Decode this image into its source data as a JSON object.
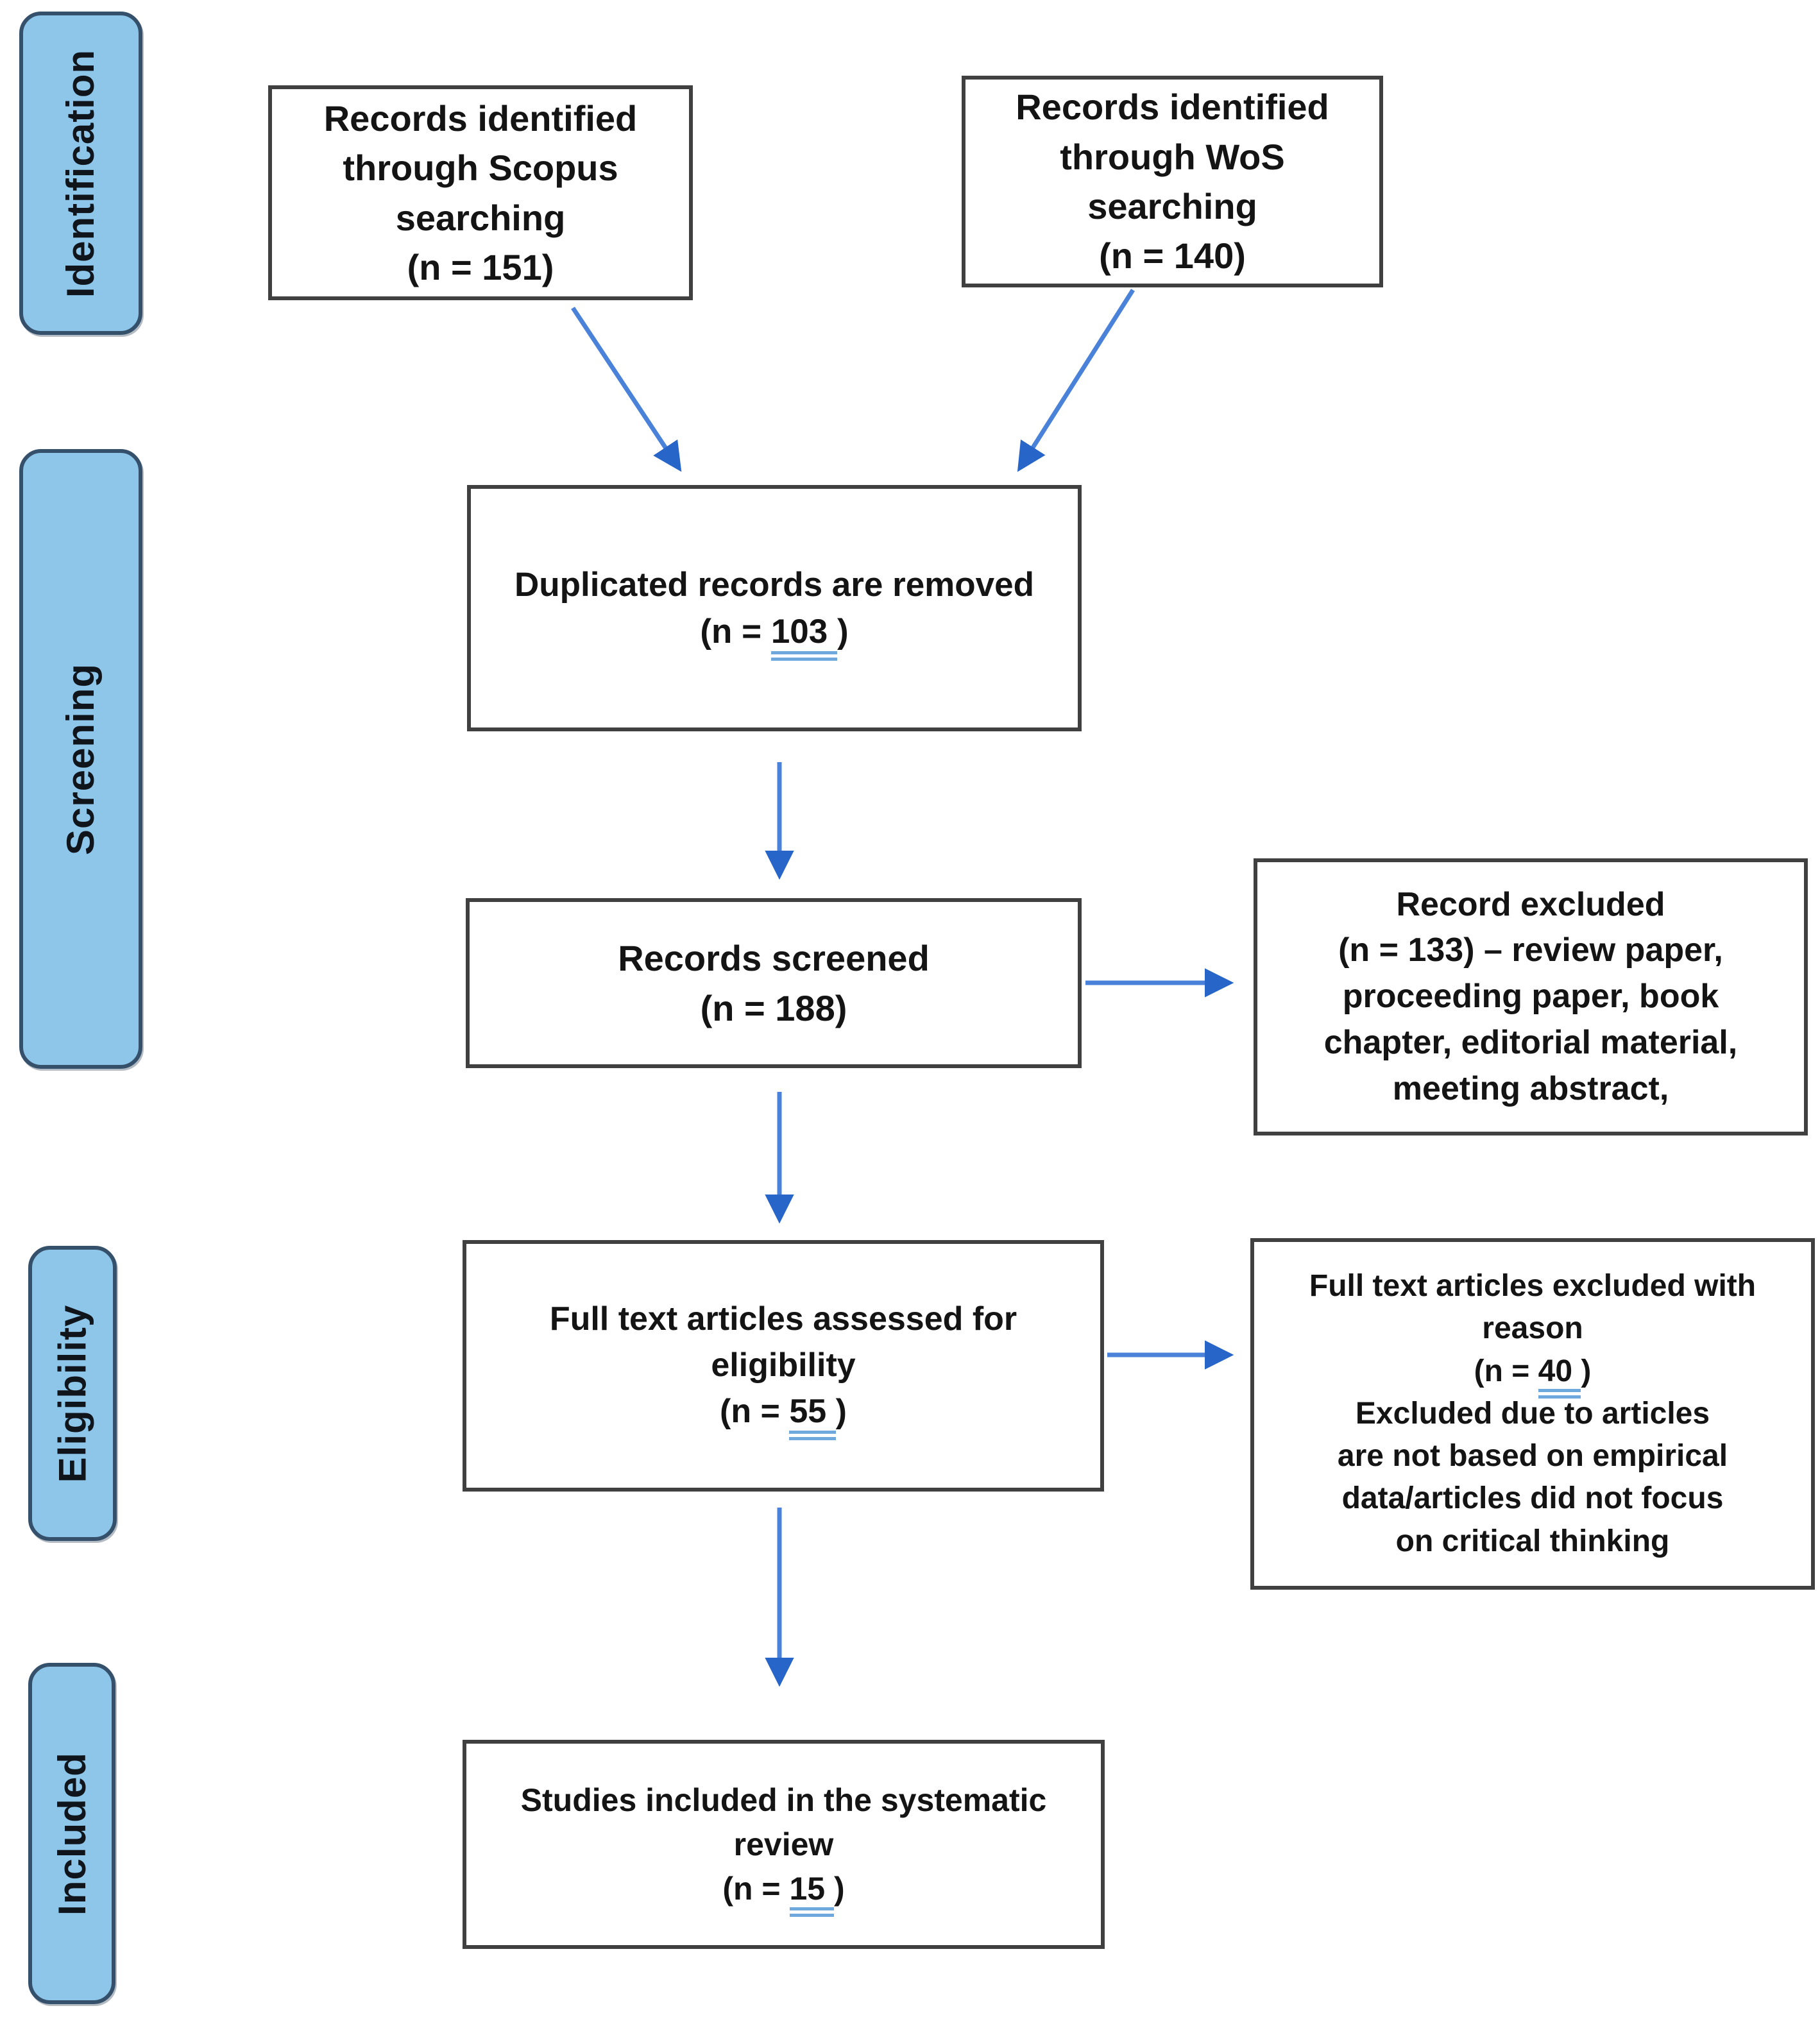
{
  "sidebar": {
    "stages": [
      {
        "label": "Identification"
      },
      {
        "label": "Screening"
      },
      {
        "label": "Eligibility"
      },
      {
        "label": "Included"
      }
    ]
  },
  "boxes": {
    "scopus": {
      "lines": [
        "Records identified",
        "through Scopus",
        "searching",
        "(n = 151)"
      ]
    },
    "wos": {
      "lines": [
        "Records identified",
        "through WoS",
        "searching",
        "(n = 140)"
      ]
    },
    "dup": {
      "lines": [
        "Duplicated records are removed"
      ],
      "count": {
        "prefix": "(n = ",
        "value": "103 ",
        "suffix": ")"
      }
    },
    "screened": {
      "lines": [
        "Records screened",
        "(n = 188)"
      ]
    },
    "excluded1": {
      "lines": [
        "Record excluded",
        "(n = 133) – review paper,",
        "proceeding paper, book",
        "chapter, editorial material,",
        "meeting abstract,"
      ]
    },
    "fulltext": {
      "lines": [
        "Full text articles assessed for",
        "eligibility"
      ],
      "count": {
        "prefix": "(n = ",
        "value": "55 ",
        "suffix": ")"
      }
    },
    "excluded2": {
      "before": [
        "Full text articles excluded with",
        "reason"
      ],
      "count": {
        "prefix": "(n = ",
        "value": "40 ",
        "suffix": ")"
      },
      "after": [
        "Excluded due to articles",
        "are not based on empirical",
        "data/articles did not focus",
        "on critical thinking"
      ]
    },
    "included": {
      "lines": [
        "Studies included in the systematic",
        "review"
      ],
      "count": {
        "prefix": "(n = ",
        "value": "15 ",
        "suffix": ")"
      }
    }
  },
  "colors": {
    "arrow_line": "#4a82d9",
    "arrow_head": "#2765c8",
    "stage_fill": "#8ec6ea",
    "stage_border": "#35506b",
    "box_border": "#404040",
    "count_underline": "#6fa8dc",
    "text": "#141414"
  }
}
